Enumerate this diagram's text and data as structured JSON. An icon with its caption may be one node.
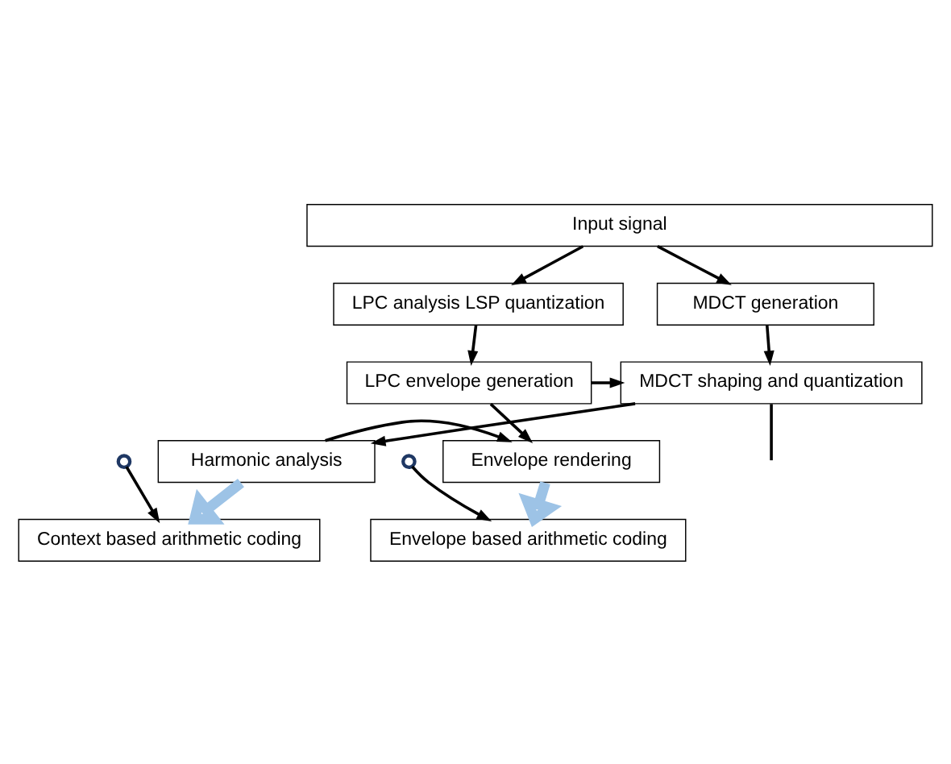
{
  "diagram": {
    "nodes": [
      {
        "text": [
          "Input signal"
        ]
      },
      {
        "text": [
          "MDCT generation"
        ]
      },
      {
        "text": [
          "LPC analysis LSP quantization"
        ]
      },
      {
        "text": [
          "MDCT shaping and quantization"
        ]
      },
      {
        "text": [
          "LPC envelope generation"
        ]
      },
      {
        "text": [
          "Harmonic analysis"
        ]
      },
      {
        "text": [
          "Envelope rendering"
        ]
      },
      {
        "text": [
          "Context based arithmetic coding"
        ]
      },
      {
        "text": [
          "Envelope based arithmetic coding"
        ]
      },
      {
        "text": [],
        "shape": "circle"
      },
      {
        "text": [],
        "shape": "circle"
      }
    ],
    "edges": [
      {
        "from": 0,
        "to": 1,
        "arrow": "to"
      },
      {
        "from": 0,
        "to": 2,
        "arrow": "to"
      },
      {
        "from": 1,
        "to": 3,
        "arrow": "to"
      },
      {
        "from": 2,
        "to": 4,
        "arrow": "to"
      },
      {
        "from": 4,
        "to": 3,
        "arrow": "to"
      },
      {
        "from": 3,
        "to": 5,
        "arrow": "to"
      },
      {
        "from": 4,
        "to": 6,
        "arrow": "to"
      },
      {
        "from": 5,
        "to": 6,
        "arrow": "to"
      },
      {
        "from": 3,
        "to": null,
        "arrow": "none"
      },
      {
        "from": 9,
        "to": 7,
        "arrow": "to"
      },
      {
        "from": 10,
        "to": 8,
        "arrow": "to"
      },
      {
        "from": 5,
        "to": 7,
        "arrow": "to",
        "style": "thick",
        "color": "#9dc3e6"
      },
      {
        "from": 6,
        "to": 8,
        "arrow": "to",
        "style": "thick",
        "color": "#9dc3e6"
      }
    ]
  }
}
